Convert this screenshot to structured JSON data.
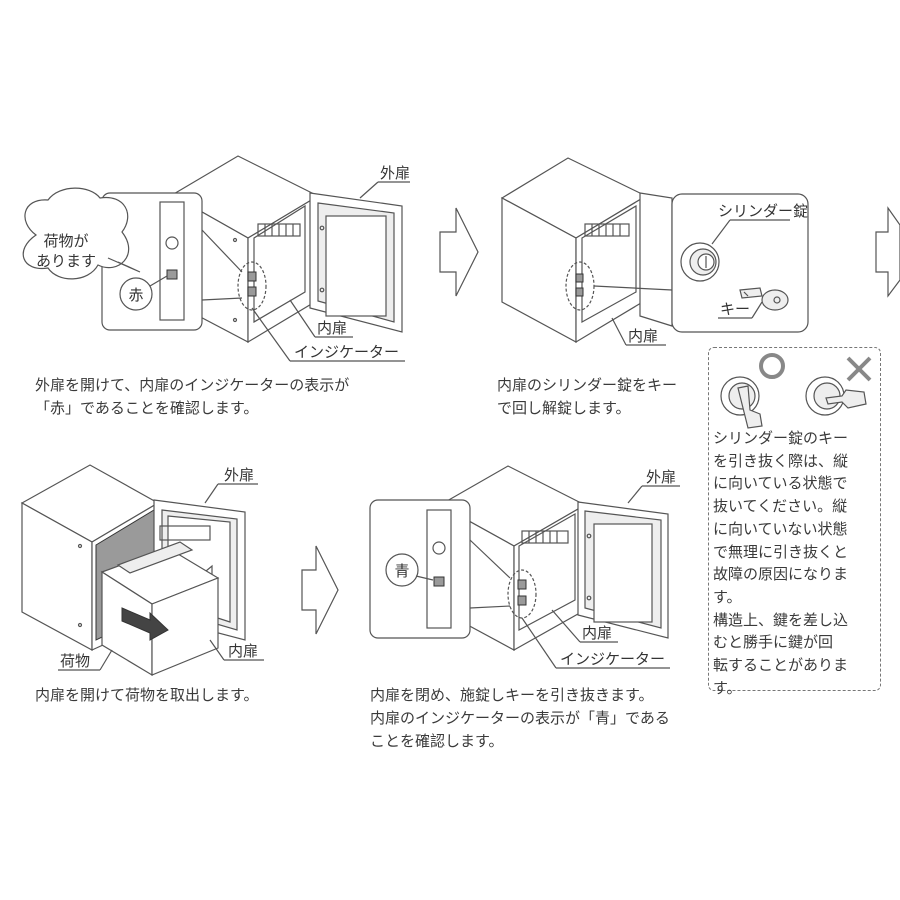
{
  "step1": {
    "label_outer_door": "外扉",
    "label_inner_door": "内扉",
    "label_indicator": "インジケーター",
    "bubble_lines": [
      "荷物が",
      "あります"
    ],
    "indicator_text": "赤",
    "caption_lines": [
      "外扉を開けて、内扉のインジケーターの表示が",
      "「赤」であることを確認します。"
    ]
  },
  "step2": {
    "label_cylinder_lock": "シリンダー錠",
    "label_key": "キー",
    "label_inner_door": "内扉",
    "caption_lines": [
      "内扉のシリンダー錠をキー",
      "で回し解錠します。"
    ]
  },
  "step3": {
    "label_outer_door": "外扉",
    "label_inner_door": "内扉",
    "label_parcel": "荷物",
    "caption_lines": [
      "内扉を開けて荷物を取出します。"
    ]
  },
  "step4": {
    "label_outer_door": "外扉",
    "label_inner_door": "内扉",
    "label_indicator": "インジケーター",
    "indicator_text": "青",
    "caption_lines": [
      "内扉を閉め、施錠しキーを引き抜きます。",
      "内扉のインジケーターの表示が「青」である",
      "ことを確認します。"
    ]
  },
  "note": {
    "lines": [
      "シリンダー錠のキー",
      "を引き抜く際は、縦",
      "に向いている状態で",
      "抜いてください。縦",
      "に向いていない状態",
      "で無理に引き抜くと",
      "故障の原因になりま",
      "す。",
      "構造上、鍵を差し込",
      "むと勝手に鍵が回",
      "転することがありま",
      "す。"
    ]
  }
}
